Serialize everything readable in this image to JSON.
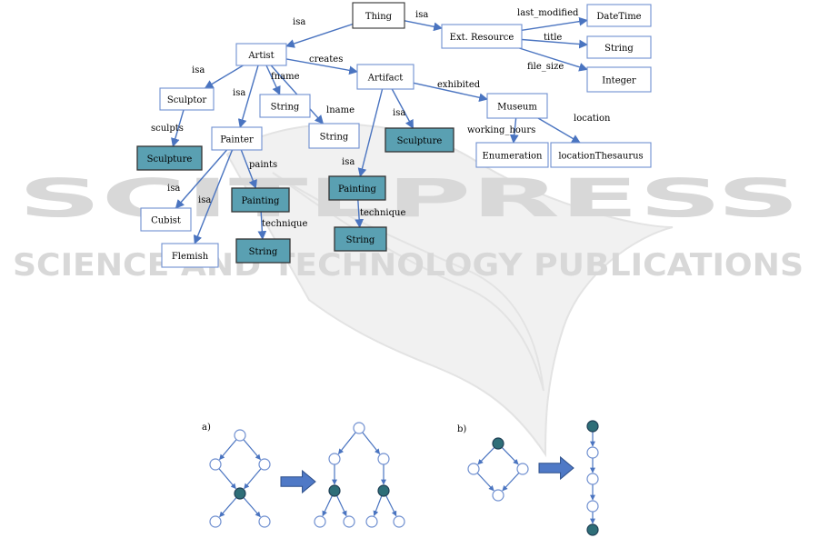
{
  "watermark": {
    "brand": "SCITEPRESS",
    "tagline": "SCIENCE AND TECHNOLOGY PUBLICATIONS"
  },
  "ontology": {
    "nodes": [
      {
        "id": "thing",
        "label": "Thing",
        "style": "plain"
      },
      {
        "id": "ext_resource",
        "label": "Ext. Resource",
        "style": "plain"
      },
      {
        "id": "datetime",
        "label": "DateTime",
        "style": "plain"
      },
      {
        "id": "string_title",
        "label": "String",
        "style": "plain"
      },
      {
        "id": "integer",
        "label": "Integer",
        "style": "plain"
      },
      {
        "id": "artist",
        "label": "Artist",
        "style": "plain"
      },
      {
        "id": "sculptor",
        "label": "Sculptor",
        "style": "plain"
      },
      {
        "id": "string_fname",
        "label": "String",
        "style": "plain"
      },
      {
        "id": "artifact",
        "label": "Artifact",
        "style": "plain"
      },
      {
        "id": "museum",
        "label": "Museum",
        "style": "plain"
      },
      {
        "id": "painter",
        "label": "Painter",
        "style": "plain"
      },
      {
        "id": "string_lname",
        "label": "String",
        "style": "plain"
      },
      {
        "id": "sculpture_a",
        "label": "Sculpture",
        "style": "filled"
      },
      {
        "id": "sculpture_b",
        "label": "Sculpture",
        "style": "filled"
      },
      {
        "id": "enumeration",
        "label": "Enumeration",
        "style": "plain"
      },
      {
        "id": "location_thesaurus",
        "label": "locationThesaurus",
        "style": "plain"
      },
      {
        "id": "cubist",
        "label": "Cubist",
        "style": "plain"
      },
      {
        "id": "painting_a",
        "label": "Painting",
        "style": "filled"
      },
      {
        "id": "painting_b",
        "label": "Painting",
        "style": "filled"
      },
      {
        "id": "flemish",
        "label": "Flemish",
        "style": "plain"
      },
      {
        "id": "string_tech_a",
        "label": "String",
        "style": "filled"
      },
      {
        "id": "string_tech_b",
        "label": "String",
        "style": "filled"
      }
    ],
    "edges": [
      {
        "from": "thing",
        "to": "artist",
        "label": "isa"
      },
      {
        "from": "thing",
        "to": "ext_resource",
        "label": "isa"
      },
      {
        "from": "ext_resource",
        "to": "datetime",
        "label": "last_modified"
      },
      {
        "from": "ext_resource",
        "to": "string_title",
        "label": "title"
      },
      {
        "from": "ext_resource",
        "to": "integer",
        "label": "file_size"
      },
      {
        "from": "artist",
        "to": "sculptor",
        "label": "isa"
      },
      {
        "from": "artist",
        "to": "painter",
        "label": "isa"
      },
      {
        "from": "artist",
        "to": "string_fname",
        "label": "fname"
      },
      {
        "from": "artist",
        "to": "string_lname",
        "label": "lname"
      },
      {
        "from": "artist",
        "to": "artifact",
        "label": "creates"
      },
      {
        "from": "sculptor",
        "to": "sculpture_a",
        "label": "sculpts"
      },
      {
        "from": "artifact",
        "to": "museum",
        "label": "exhibited"
      },
      {
        "from": "artifact",
        "to": "sculpture_b",
        "label": "isa"
      },
      {
        "from": "artifact",
        "to": "painting_b",
        "label": "isa"
      },
      {
        "from": "museum",
        "to": "enumeration",
        "label": "working_hours"
      },
      {
        "from": "museum",
        "to": "location_thesaurus",
        "label": "location"
      },
      {
        "from": "painter",
        "to": "cubist",
        "label": "isa"
      },
      {
        "from": "painter",
        "to": "flemish",
        "label": "isa"
      },
      {
        "from": "painter",
        "to": "painting_a",
        "label": "paints"
      },
      {
        "from": "painting_a",
        "to": "string_tech_a",
        "label": "technique"
      },
      {
        "from": "painting_b",
        "to": "string_tech_b",
        "label": "technique"
      }
    ]
  },
  "panels": [
    {
      "id": "a",
      "label": "a)"
    },
    {
      "id": "b",
      "label": "b)"
    }
  ],
  "colors": {
    "edge": "#4a74c0",
    "node_fill": "#5aa0b2",
    "node_border": "#333333",
    "plain_border": "#6f8fd0",
    "highlight": "#2e6e78",
    "watermark": "#d8d8d8",
    "arrow_fill": "#4f79c6"
  }
}
